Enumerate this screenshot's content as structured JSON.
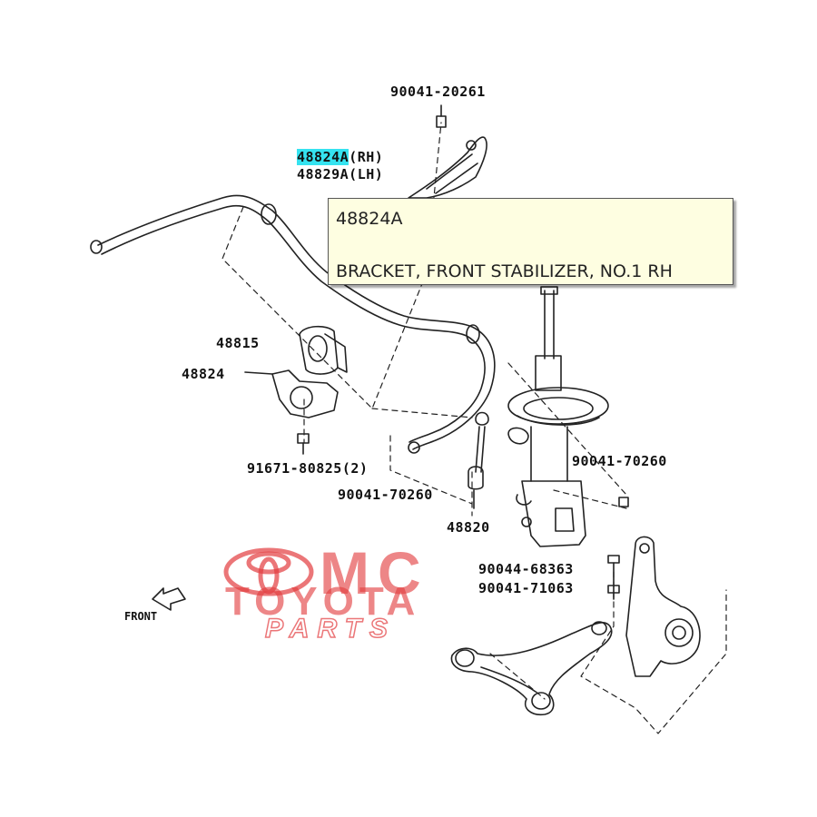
{
  "labels": {
    "bolt_top": "90041-20261",
    "bracket_rh_num": "48824A",
    "bracket_rh_suffix": "(RH)",
    "bracket_lh": "48829A(LH)",
    "bushing": "48815",
    "bracket": "48824",
    "nut_bushing": "91671-80825(2)",
    "nut_link_left": "90041-70260",
    "link": "48820",
    "nut_strut": "90041-70260",
    "bolt_knuckle_1": "90044-68363",
    "bolt_knuckle_2": "90041-71063"
  },
  "front_label": "FRONT",
  "tooltip": {
    "part_number": "48824A",
    "description": "BRACKET, FRONT STABILIZER, NO.1 RH"
  },
  "watermark": {
    "line1": "MC",
    "line2": "TOYOTA",
    "line3": "PARTS",
    "color": "#e23c3e"
  },
  "highlight_color": "#35e3f0"
}
